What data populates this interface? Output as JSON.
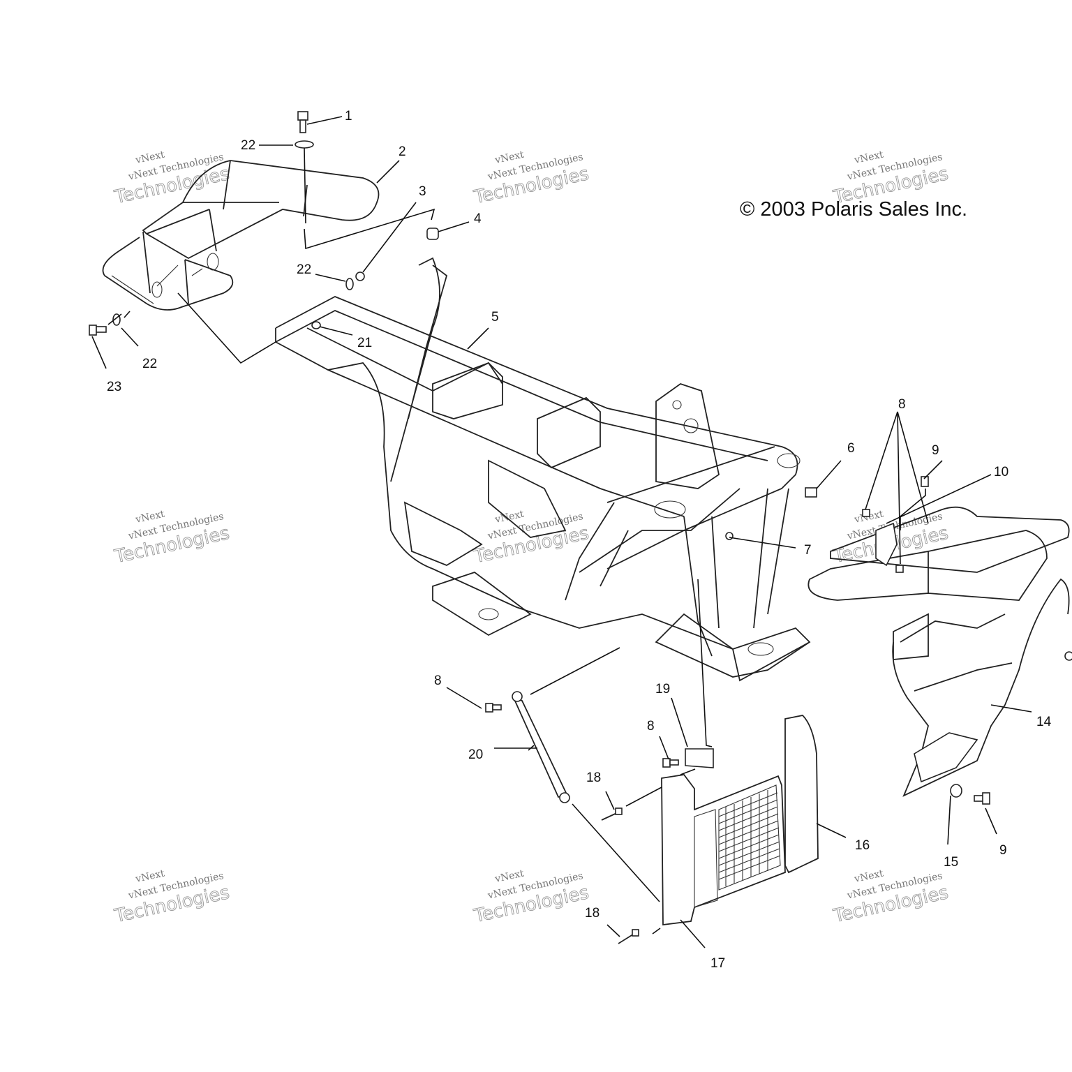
{
  "copyright": "© 2003 Polaris Sales Inc.",
  "watermark": {
    "line1": "vNext",
    "line2": "vNext Technologies",
    "line3": "Technologies"
  },
  "callouts": {
    "c1": "1",
    "c2": "2",
    "c3": "3",
    "c4": "4",
    "c5": "5",
    "c6": "6",
    "c7": "7",
    "c8a": "8",
    "c8b": "8",
    "c8c": "8",
    "c9a": "9",
    "c9b": "9",
    "c10": "10",
    "c14": "14",
    "c15": "15",
    "c16": "16",
    "c17": "17",
    "c18a": "18",
    "c18b": "18",
    "c19": "19",
    "c20": "20",
    "c21": "21",
    "c22a": "22",
    "c22b": "22",
    "c22c": "22",
    "c23": "23"
  },
  "colors": {
    "ink": "#111111",
    "watermark": "#999999",
    "background": "#ffffff"
  }
}
